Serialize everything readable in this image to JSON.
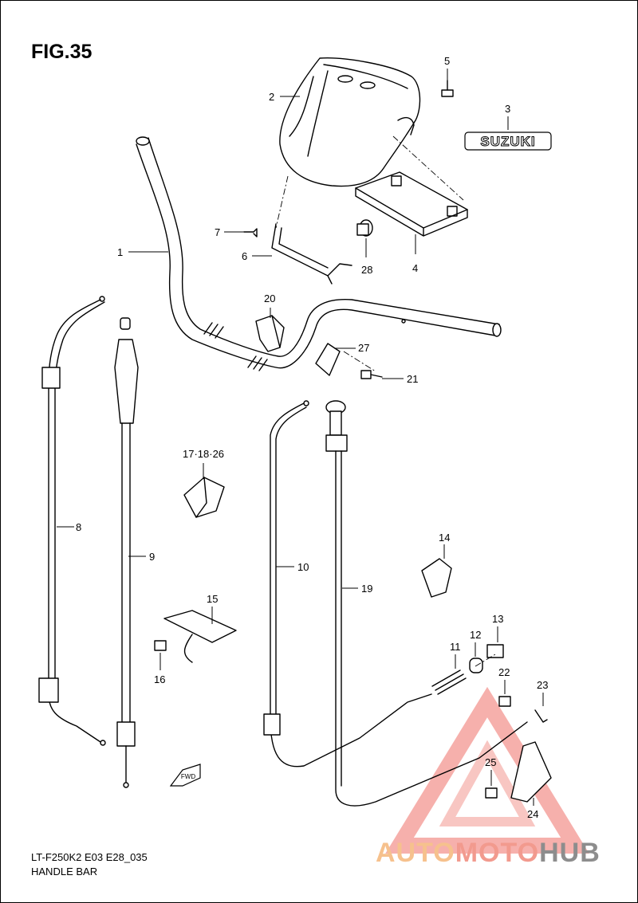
{
  "figure": {
    "title": "FIG.35",
    "model_code": "LT-F250K2 E03 E28_035",
    "section_name": "HANDLE BAR"
  },
  "emblem_text": "SUZUKI",
  "direction_marker": "FWD",
  "watermark": {
    "part1": "AUTO",
    "part2": "MOTO",
    "part3": "HUB",
    "colors": {
      "auto": "#f6c18d",
      "moto": "#f29a8e",
      "hub": "#8d8d8d",
      "triangle": "#e8584f"
    }
  },
  "callouts": [
    "1",
    "2",
    "3",
    "4",
    "5",
    "6",
    "7",
    "8",
    "9",
    "10",
    "11",
    "12",
    "13",
    "14",
    "15",
    "16",
    "17·18·26",
    "19",
    "20",
    "21",
    "22",
    "23",
    "24",
    "25",
    "27",
    "28"
  ]
}
